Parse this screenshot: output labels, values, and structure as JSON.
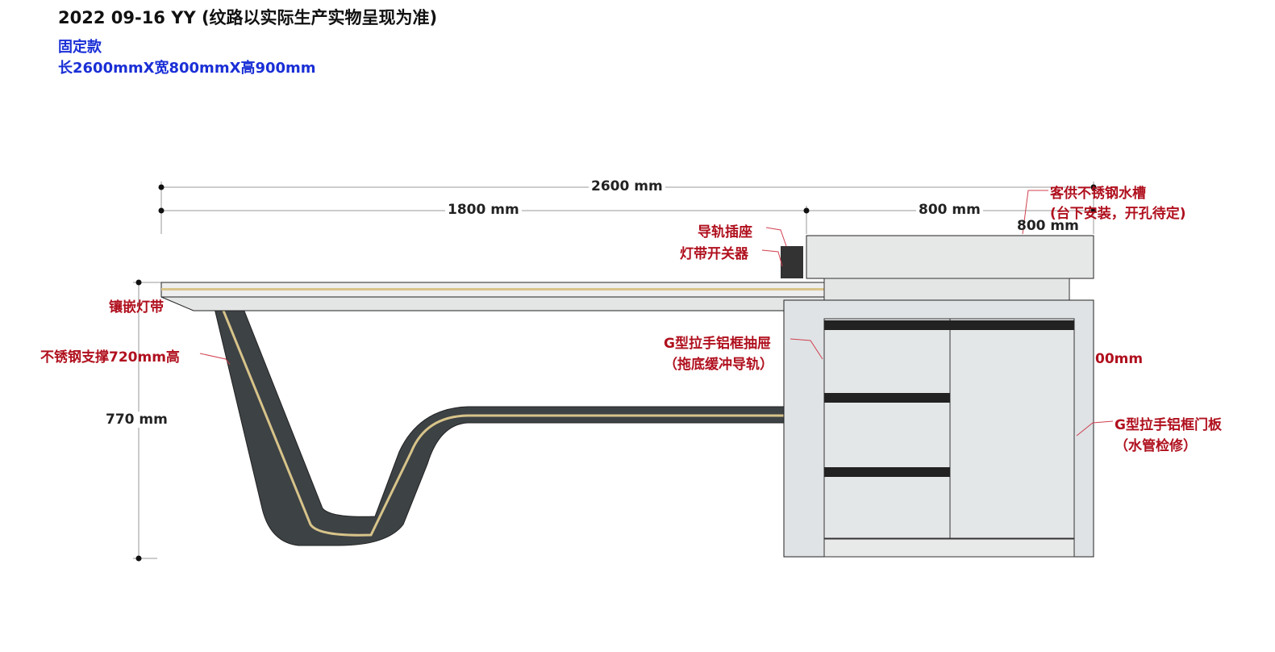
{
  "title": "2022 09-16 YY (纹路以实际生产实物呈现为准)",
  "subtitle": {
    "type": "固定款",
    "size": "长2600mmX宽800mmX高900mm"
  },
  "dimensions": {
    "total_length": "2600 mm",
    "desk_length": "1800 mm",
    "cabinet_length": "800 mm",
    "cabinet_depth": "800 mm",
    "height": "770 mm",
    "cabinet_height_partial": "00mm"
  },
  "annotations": {
    "sink_1": "客供不锈钢水槽",
    "sink_2": "(台下安装，开孔待定)",
    "socket": "导轨插座",
    "switch": "灯带开关器",
    "led": "镶嵌灯带",
    "support": "不锈钢支撑720mm高",
    "drawer_1": "G型拉手铝框抽屉",
    "drawer_2": "（拖底缓冲导轨）",
    "door_1": "G型拉手铝框门板",
    "door_2": "（水管检修）"
  },
  "colors": {
    "annotation": "#b0101e",
    "blue_text": "#1a2fd6",
    "support": "#3d4245",
    "accent_strip": "#d8c48a",
    "cabinet": "#dfe3e5"
  }
}
